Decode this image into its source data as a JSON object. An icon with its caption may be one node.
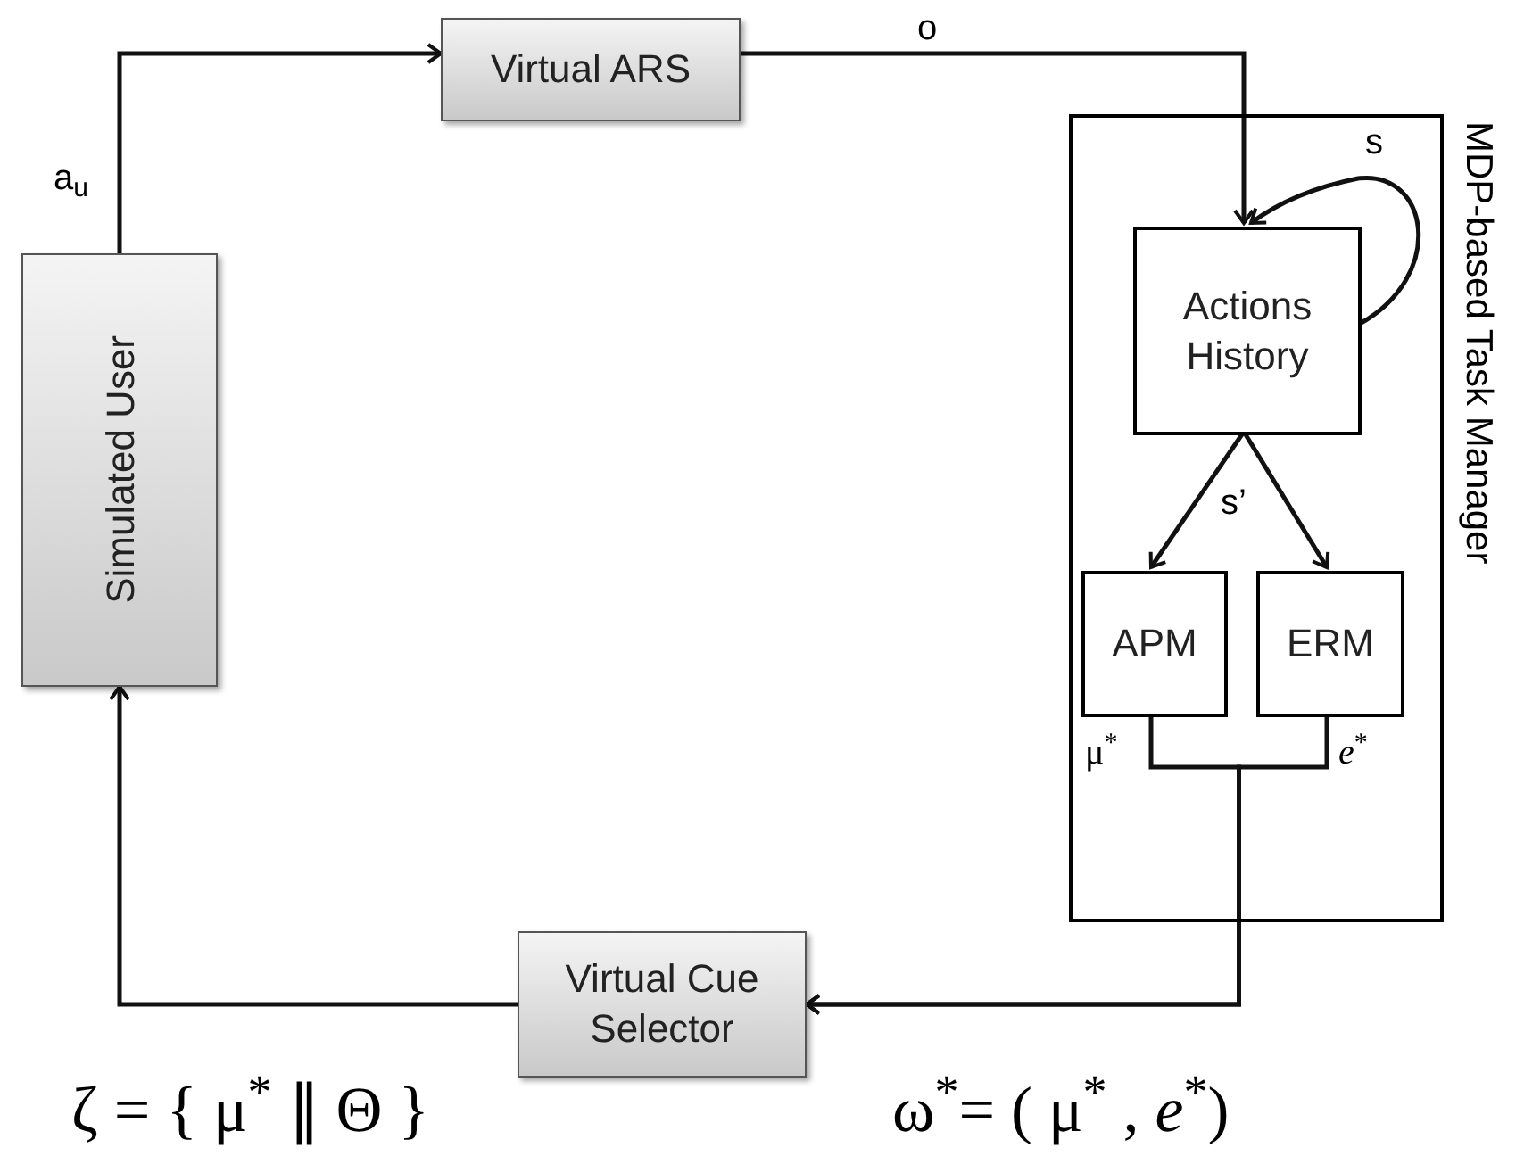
{
  "diagram": {
    "nodes": [
      {
        "text": [
          "Simulated User"
        ]
      },
      {
        "text": [
          "Virtual ARS"
        ]
      },
      {
        "text": [
          "MDP-based Task Manager"
        ]
      },
      {
        "text": [
          "Actions History"
        ],
        "in": 2
      },
      {
        "text": [
          "APM"
        ],
        "in": 2
      },
      {
        "text": [
          "ERM"
        ],
        "in": 2
      },
      {
        "text": [
          "Virtual Cue Selector"
        ]
      }
    ],
    "edges": [
      {
        "from": 0,
        "to": 1,
        "arrow": "to",
        "label": "a$_{u}$"
      },
      {
        "from": 1,
        "to": 3,
        "arrow": "to",
        "label": "o"
      },
      {
        "from": 3,
        "to": 3,
        "arrow": "to",
        "label": "s"
      },
      {
        "from": 3,
        "to": 4,
        "arrow": "to",
        "label": "s’"
      },
      {
        "from": 3,
        "to": 5,
        "arrow": "to"
      },
      {
        "from": 4,
        "to": 6,
        "arrow": "to",
        "label": "μ$^{*}$"
      },
      {
        "from": 5,
        "to": 6,
        "arrow": "to",
        "label": "*e*$^{*}$"
      },
      {
        "from": 6,
        "to": 0,
        "arrow": "to"
      }
    ],
    "labels": [
      "ζ  = { μ$^{*}$ ∥ Θ }",
      "ω$^{*}$= ( μ$^{*}$ , *e*$^{*}$)"
    ]
  }
}
